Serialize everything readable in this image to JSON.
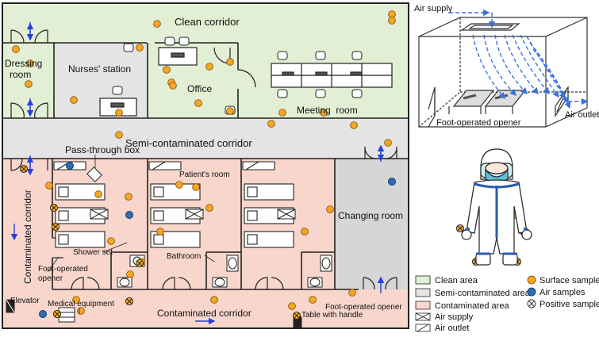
{
  "floorplan": {
    "clean_corridor": "Clean corridor",
    "dressing_room": [
      "Dressing",
      "room"
    ],
    "nurses_station": "Nurses' station",
    "office": "Office",
    "meeting_room": "Meeting  room",
    "semi_contaminated_corridor": "Semi-contaminated corridor",
    "pass_through_box": "Pass-through box",
    "patients_room": "Patient's room",
    "contaminated_corridor_vertical": "Contaminated corridor",
    "changing_room": "Changing room",
    "shower_set": "Shower set",
    "bathroom": "Bathroom",
    "foot_operated_opener_left": [
      "Foot-operated",
      "opener"
    ],
    "elevator": "Elevator",
    "medical_equipment": "Medical equipment",
    "contaminated_corridor_bottom": "Contaminated corridor",
    "table_with_handle": "Table with handle",
    "foot_operated_opener_right": "Foot-operated opener"
  },
  "ward_3d": {
    "air_supply": "Air supply",
    "air_outlet": "Air outlet",
    "foot_operated_opener": "Foot-operated opener"
  },
  "legend": {
    "clean_area": "Clean area",
    "semi_contaminated_area": "Semi-contaminated area",
    "contaminated_area": "Contaminated area",
    "surface_samples": "Surface samples",
    "air_samples": "Air samples",
    "positive_samples": "Positive samples",
    "air_supply": "Air supply",
    "air_outlet": "Air outlet"
  },
  "colors": {
    "clean": "#e2efd4",
    "semi": "#e4e4e4",
    "contaminated": "#f8d6cc",
    "changing": "#d6d6d6",
    "surface_sample": "#f5a623",
    "air_sample": "#2a6db5",
    "arrow": "#2a3fd8",
    "ward_arrow": "#3a72d8",
    "suit_blue": "#2a5cb0",
    "visor": "#5ec3d8"
  }
}
